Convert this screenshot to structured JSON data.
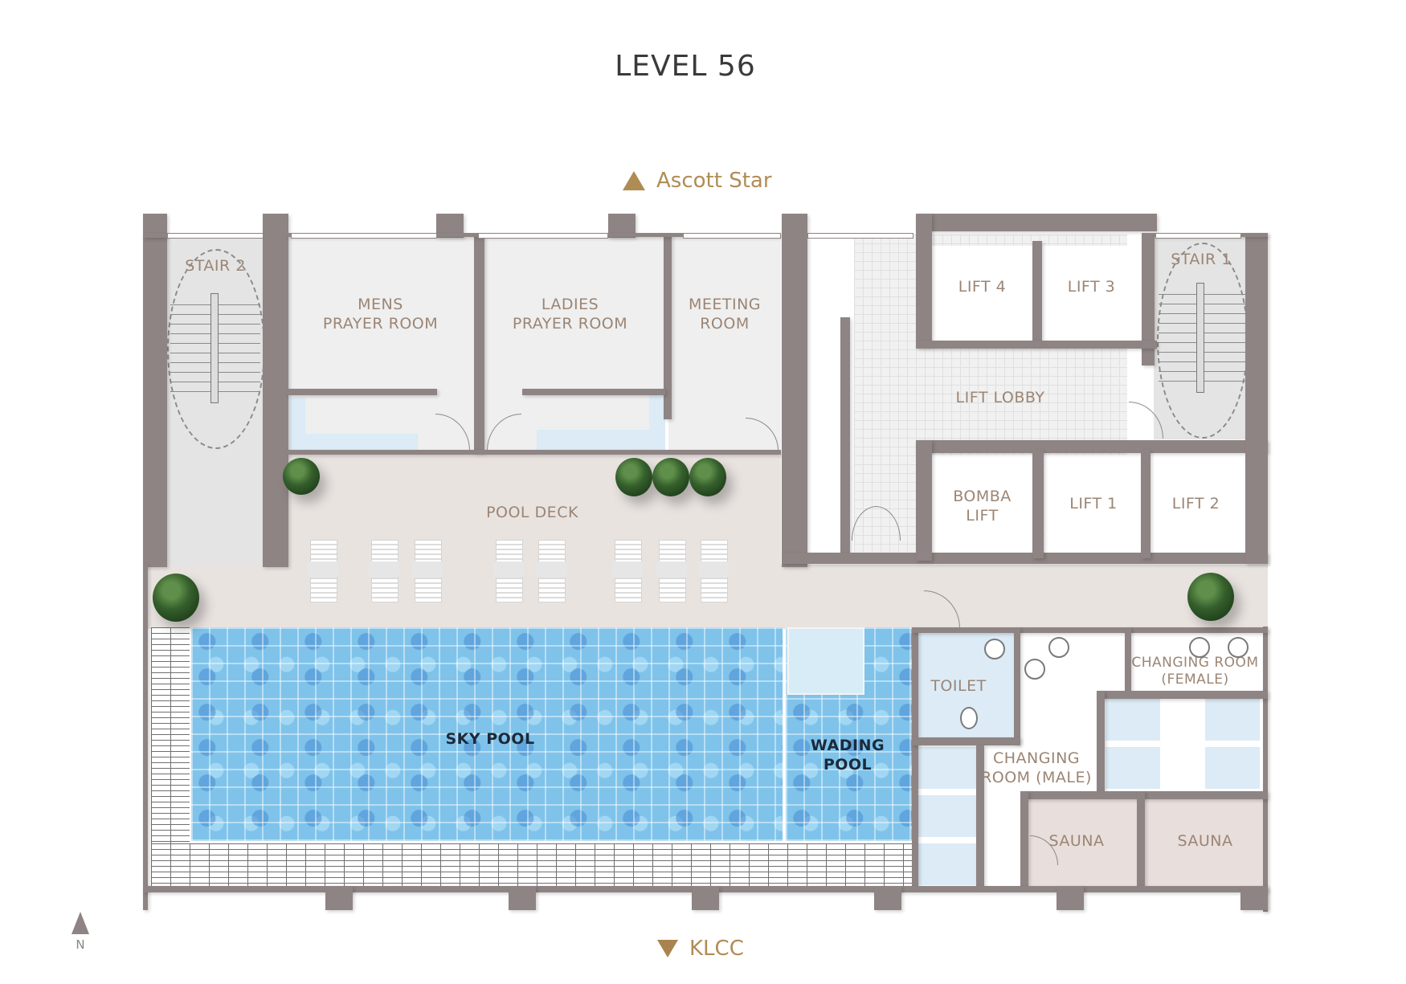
{
  "title": "LEVEL 56",
  "directions": {
    "top": {
      "label": "Ascott Star",
      "icon": "triangle-up-icon",
      "color": "#b08c55"
    },
    "bottom": {
      "label": "KLCC",
      "icon": "triangle-down-icon",
      "color": "#a9834e"
    }
  },
  "compass": {
    "label": "N",
    "icon": "north-arrow-icon"
  },
  "rooms": {
    "stair2": "STAIR 2",
    "stair1": "STAIR 1",
    "mens_prayer": [
      "MENS",
      "PRAYER ROOM"
    ],
    "ladies_prayer": [
      "LADIES",
      "PRAYER ROOM"
    ],
    "meeting": [
      "MEETING",
      "ROOM"
    ],
    "lift4": "LIFT 4",
    "lift3": "LIFT 3",
    "lift_lobby": "LIFT LOBBY",
    "bomba_lift": [
      "BOMBA",
      "LIFT"
    ],
    "lift1": "LIFT 1",
    "lift2": "LIFT 2",
    "pool_deck": "POOL DECK",
    "sky_pool": "SKY POOL",
    "wading_pool": [
      "WADING",
      "POOL"
    ],
    "toilet": "TOILET",
    "changing_male": [
      "CHANGING",
      "ROOM (MALE)"
    ],
    "changing_female": [
      "CHANGING ROOM",
      "(FEMALE)"
    ],
    "sauna_left": "SAUNA",
    "sauna_right": "SAUNA"
  },
  "colors": {
    "wall": "#8e8483",
    "label": "#9b8574",
    "pool_label": "#1b2a3a",
    "deck": "#e9e3e0",
    "pool": "#7fc3ea",
    "accent": "#b08c55"
  },
  "furniture": {
    "sun_loungers": 8,
    "trees": 6
  }
}
